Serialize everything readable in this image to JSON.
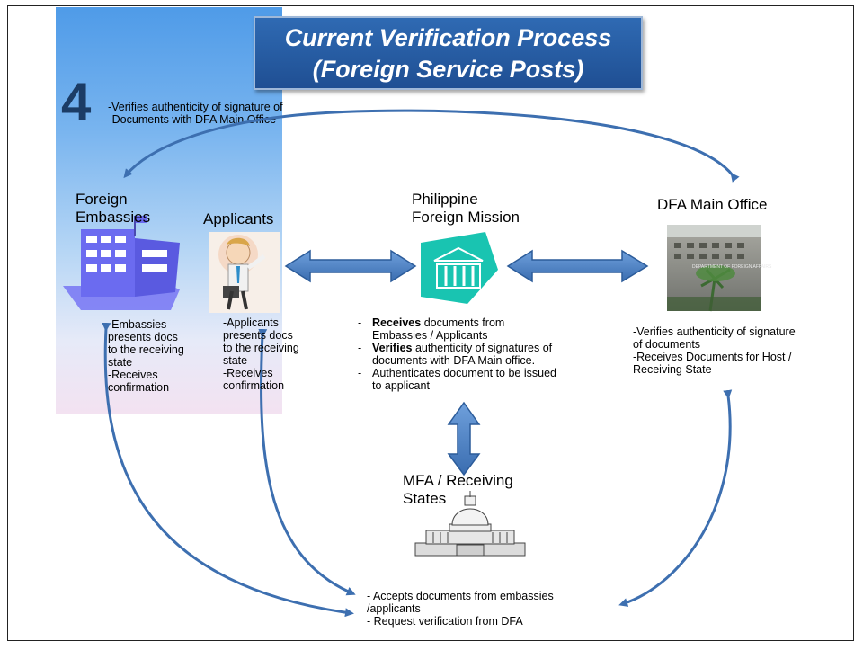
{
  "title": {
    "line1": "Current Verification Process",
    "line2": "(Foreign Service Posts)"
  },
  "step": {
    "number": "4",
    "line1": "-Verifies authenticity of  signature of",
    "line2": "- Documents with DFA Main Office"
  },
  "nodes": {
    "embassies": {
      "label": "Foreign\nEmbassies",
      "desc": "-Embassies\n presents docs\nto the receiving\nstate\n-Receives\nconfirmation",
      "icon": "building-icon"
    },
    "applicants": {
      "label": "Applicants",
      "desc": "-Applicants\n presents  docs\nto the receiving\nstate\n-Receives\nconfirmation",
      "icon": "person-icon"
    },
    "mission": {
      "label": "Philippine\nForeign Mission",
      "icon": "mission-building-icon",
      "items": [
        {
          "bold": "Receives",
          "rest": " documents from\nEmbassies / Applicants"
        },
        {
          "bold": "Verifies",
          "rest": " authenticity of signatures of\ndocuments with DFA Main office."
        },
        {
          "bold": "",
          "rest": "Authenticates document to be issued\n to applicant"
        }
      ]
    },
    "dfa": {
      "label": "DFA Main Office",
      "desc": "-Verifies authenticity of  signature\n of documents\n-Receives Documents for Host /\n  Receiving State",
      "icon": "office-photo-icon",
      "sign_text": "DEPARTMENT OF FOREIGN AFFAIRS"
    },
    "mfa": {
      "label": "MFA / Receiving\nStates",
      "icon": "capitol-icon",
      "desc": "- Accepts documents from  embassies\n/applicants\n- Request verification from DFA"
    }
  },
  "colors": {
    "title_bg": "#24559d",
    "arrow_fill": "#4a7fc0",
    "arrow_stroke": "#2c5c9a",
    "curve": "#3d6fb0",
    "number": "#1b3c66",
    "mission_icon": "#19c4b1",
    "building": "#6b6bf0"
  }
}
